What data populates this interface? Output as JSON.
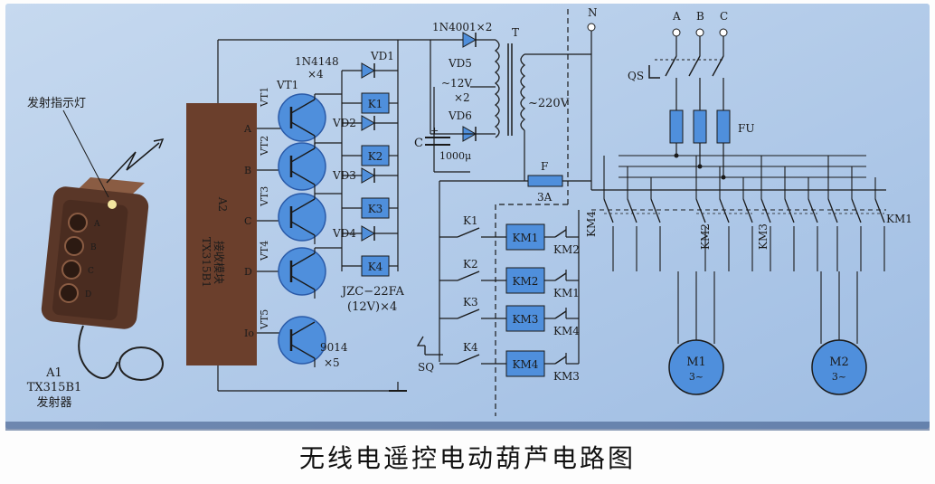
{
  "caption": "无线电遥控电动葫芦电路图",
  "transmitter": {
    "indicator_label": "发射指示灯",
    "button_labels": [
      "A",
      "B",
      "C",
      "D"
    ],
    "caption_lines": [
      "A1",
      "TX315B1",
      "发射器"
    ]
  },
  "receiver": {
    "ref": "A2",
    "model": "TX315B1",
    "name": "接收模块",
    "pins": [
      "A",
      "B",
      "C",
      "D",
      "Io"
    ]
  },
  "transistors": {
    "labels": [
      "VT1",
      "VT2",
      "VT3",
      "VT4",
      "VT5"
    ],
    "part_note_lines": [
      "9014",
      "×5"
    ]
  },
  "diodes": {
    "labels": [
      "VD1",
      "VD2",
      "VD3",
      "VD4"
    ],
    "part_note_lines": [
      "1N4148",
      "×4"
    ]
  },
  "relays": {
    "labels": [
      "K1",
      "K2",
      "K3",
      "K4"
    ],
    "part_note_lines": [
      "JZC−22FA",
      "(12V)×4"
    ]
  },
  "power_supply": {
    "rectifier_note": "1N4001×2",
    "vd5": "VD5",
    "vd6": "VD6",
    "secondary_note_lines": [
      "~12V",
      "×2"
    ],
    "primary": "~220V",
    "transformer": "T",
    "capacitor": "C",
    "capacitor_value": "1000μ",
    "fuse": "F",
    "fuse_rating": "3A",
    "plus": "+"
  },
  "mains": {
    "neutral": "N",
    "phases": [
      "A",
      "B",
      "C"
    ],
    "switch": "QS",
    "fuses": "FU"
  },
  "control": {
    "contacts": [
      "K1",
      "K2",
      "K3",
      "K4"
    ],
    "coils": [
      "KM1",
      "KM2",
      "KM3",
      "KM4"
    ],
    "interlocks": [
      "KM2",
      "KM1",
      "KM4",
      "KM3"
    ],
    "limit_switch": "SQ"
  },
  "contactors_main": [
    "KM4",
    "KM2",
    "KM3",
    "KM1"
  ],
  "motors": [
    {
      "name": "M1",
      "sub": "3~"
    },
    {
      "name": "M2",
      "sub": "3~"
    }
  ],
  "colors": {
    "panel": "#a9c5e7",
    "component": "#4f8fdc",
    "module": "#6b3f2c",
    "transmitter": "#5a3728",
    "wire": "#1a1a1a"
  }
}
